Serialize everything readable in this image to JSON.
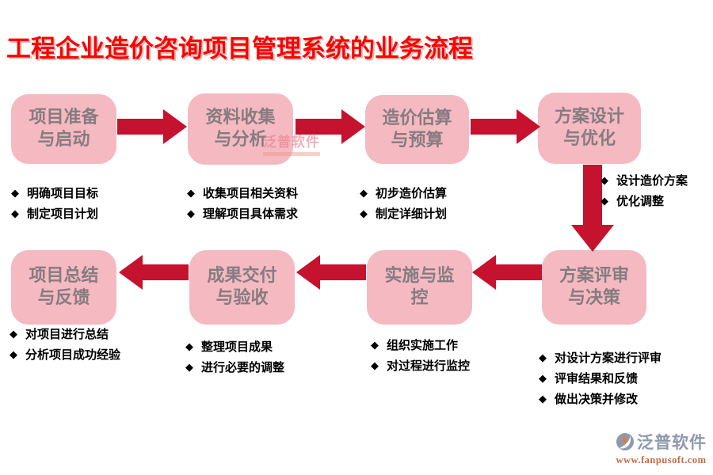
{
  "title": "工程企业造价咨询项目管理系统的业务流程",
  "glyphs": {
    "bullet": "◆"
  },
  "steps": [
    {
      "title_lines": [
        "项目准备",
        "与启动"
      ],
      "bullets": [
        "明确项目目标",
        "制定项目计划"
      ]
    },
    {
      "title_lines": [
        "资料收集",
        "与分析"
      ],
      "bullets": [
        "收集项目相关资料",
        "理解项目具体需求"
      ]
    },
    {
      "title_lines": [
        "造价估算",
        "与预算"
      ],
      "bullets": [
        "初步造价估算",
        "制定详细计划"
      ]
    },
    {
      "title_lines": [
        "方案设计",
        "与优化"
      ],
      "bullets": [
        "设计造价方案",
        "优化调整"
      ]
    },
    {
      "title_lines": [
        "方案评审",
        "与决策"
      ],
      "bullets": [
        "对设计方案进行评审",
        "评审结果和反馈",
        "做出决策并修改"
      ]
    },
    {
      "title_lines": [
        "实施与监",
        "控"
      ],
      "bullets": [
        "组织实施工作",
        "对过程进行监控"
      ]
    },
    {
      "title_lines": [
        "成果交付",
        "与验收"
      ],
      "bullets": [
        "整理项目成果",
        "进行必要的调整"
      ]
    },
    {
      "title_lines": [
        "项目总结",
        "与反馈"
      ],
      "bullets": [
        "对项目进行总结",
        "分析项目成功经验"
      ]
    }
  ],
  "watermark": {
    "text": "泛普软件"
  },
  "logo": {
    "name": "泛普软件",
    "url": "www.fanpusoft.com"
  },
  "colors": {
    "title_red": "#fb0300",
    "arrow_red": "#c5122f",
    "box_fill": "#f5b9c2",
    "box_text": "#857c80",
    "bullet_text": "#000000",
    "logo_gray_blue": "#8e99ac",
    "logo_orange": "#e2793b",
    "logo_url": "#c96a43"
  }
}
